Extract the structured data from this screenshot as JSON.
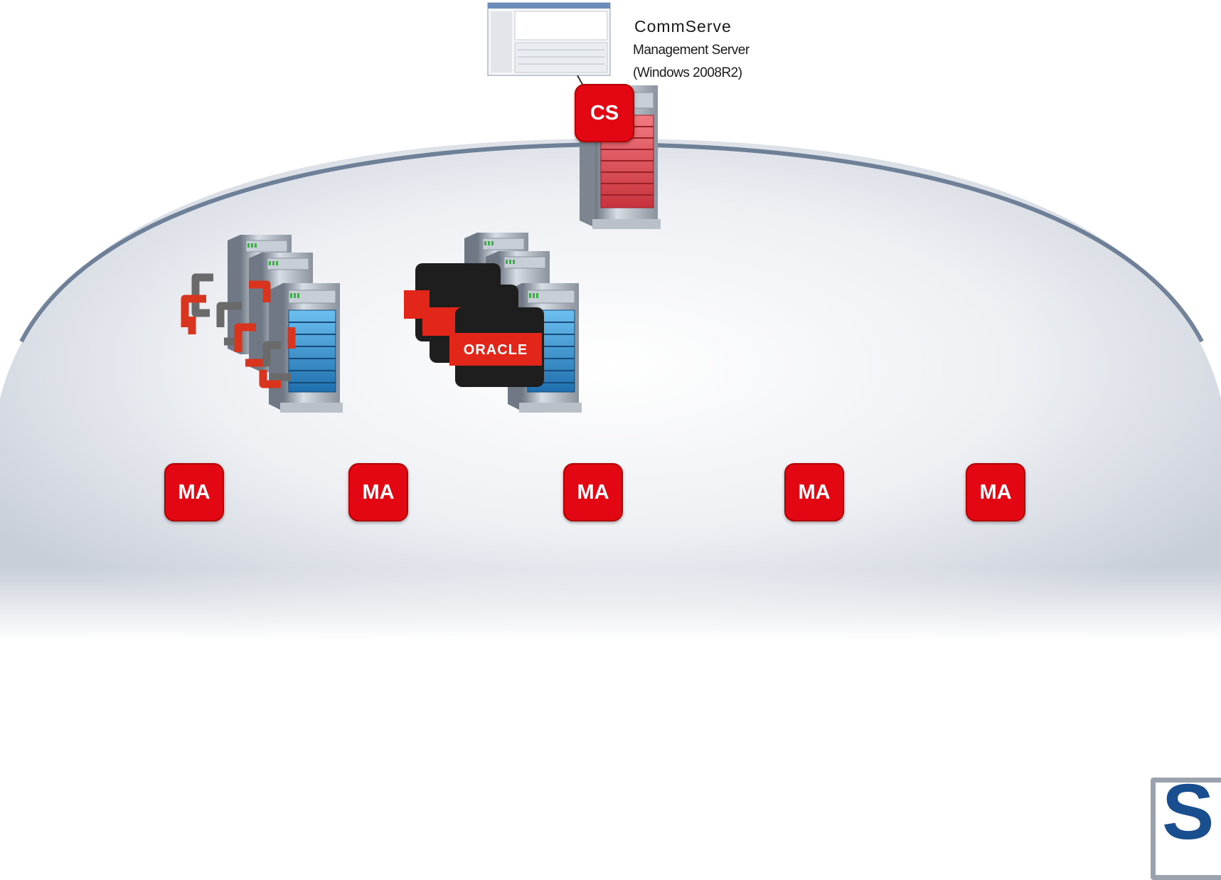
{
  "commserve": {
    "title": "CommServe",
    "subtitle_line1": "Management Server",
    "subtitle_line2": "(Windows 2008R2)",
    "badge": "CS"
  },
  "media_agents": [
    {
      "badge": "MA"
    },
    {
      "badge": "MA"
    },
    {
      "badge": "MA"
    },
    {
      "badge": "MA"
    },
    {
      "badge": "MA"
    }
  ],
  "client_groups": [
    {
      "icon": "exchange-icon"
    },
    {
      "icon": "oracle-icon",
      "label": "ORACLE"
    },
    {
      "icon": "sql-server-icon"
    },
    {
      "icon": "file-system-icon"
    }
  ],
  "logo": {
    "letter": "S"
  },
  "colors": {
    "accent_red": "#e30613",
    "server_red": "#d9434d",
    "server_blue": "#2b8fd1",
    "cloud_red": "#a8140f",
    "dome_gray": "#d8dde5"
  }
}
